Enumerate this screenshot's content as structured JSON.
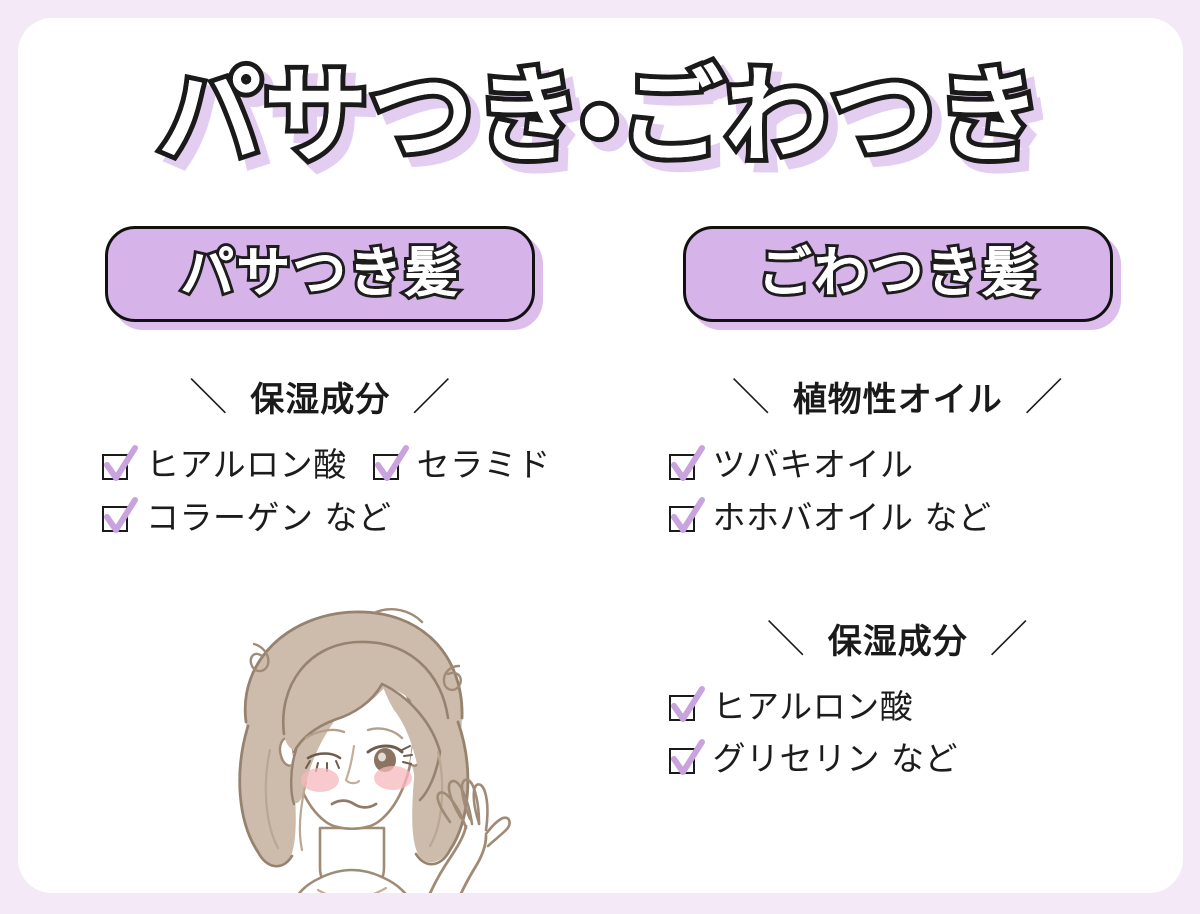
{
  "page": {
    "title": "パサつき・ごわつき",
    "background_color": "#f4eaf7",
    "card_color": "#ffffff",
    "accent_color": "#d6b3e8",
    "check_color": "#c9a3de",
    "outline_color": "#1a1a1a",
    "shadow_color": "#e3cdf0"
  },
  "columns": [
    {
      "pill_label": "パサつき髪",
      "sections": [
        {
          "heading": "保湿成分",
          "slash_left": "＼",
          "slash_right": "／",
          "rows": [
            [
              {
                "checkbox": "checked",
                "label": "ヒアルロン酸"
              },
              {
                "checkbox": "checked",
                "label": "セラミド"
              }
            ],
            [
              {
                "checkbox": "checked",
                "label": "コラーゲン  など"
              }
            ]
          ]
        }
      ]
    },
    {
      "pill_label": "ごわつき髪",
      "sections": [
        {
          "heading": "植物性オイル",
          "slash_left": "＼",
          "slash_right": "／",
          "rows": [
            [
              {
                "checkbox": "checked",
                "label": "ツバキオイル"
              }
            ],
            [
              {
                "checkbox": "checked",
                "label": "ホホバオイル  など"
              }
            ]
          ]
        },
        {
          "heading": "保湿成分",
          "slash_left": "＼",
          "slash_right": "／",
          "rows": [
            [
              {
                "checkbox": "checked",
                "label": "ヒアルロン酸"
              }
            ],
            [
              {
                "checkbox": "checked",
                "label": "グリセリン  など"
              }
            ]
          ]
        }
      ]
    }
  ],
  "illustration": {
    "name": "woman-troubled-hair-illustration",
    "hair_color": "#cdbcac",
    "hair_line_color": "#96836f",
    "skin_line_color": "#a08b77",
    "blush_color": "#f6b8bc",
    "top_color": "#dcc3ea",
    "eye_color": "#8c7361"
  }
}
